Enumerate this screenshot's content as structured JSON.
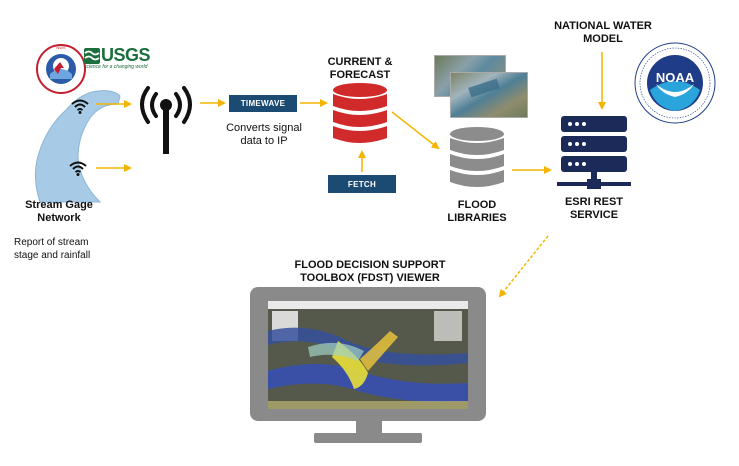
{
  "logos": {
    "nws_logo_text": "NATIONAL WEATHER SERVICE",
    "usgs_logo_text": "USGS",
    "usgs_tagline": "science for a changing world",
    "noaa_logo_text": "NOAA",
    "noaa_ring_text": "NATIONAL OCEANIC AND ATMOSPHERIC ADMINISTRATION · U.S. DEPARTMENT OF COMMERCE"
  },
  "stream_gage": {
    "title_line1": "Stream Gage",
    "title_line2": "Network",
    "note_line1": "Report of stream",
    "note_line2": "stage and rainfall"
  },
  "timewave": {
    "button_label": "TIMEWAVE",
    "caption_line1": "Converts signal",
    "caption_line2": "data to IP"
  },
  "current_forecast": {
    "title_line1": "CURRENT &",
    "title_line2": "FORECAST"
  },
  "fetch": {
    "button_label": "FETCH"
  },
  "flood_libraries": {
    "title_line1": "FLOOD",
    "title_line2": "LIBRARIES"
  },
  "national_water_model": {
    "title_line1": "NATIONAL WATER",
    "title_line2": "MODEL"
  },
  "esri": {
    "title_line1": "ESRI REST",
    "title_line2": "SERVICE"
  },
  "fdst": {
    "title_line1": "FLOOD DECISION SUPPORT",
    "title_line2": "TOOLBOX (FDST) VIEWER"
  },
  "colors": {
    "arrow": "#f4b400",
    "database_red": "#d02a2a",
    "database_gray": "#8c8c8c",
    "server_navy": "#1c2a5a",
    "button_blue": "#1b4a73",
    "monitor_gray": "#8a8a8a",
    "stream_blue": "#9cc7e6"
  }
}
